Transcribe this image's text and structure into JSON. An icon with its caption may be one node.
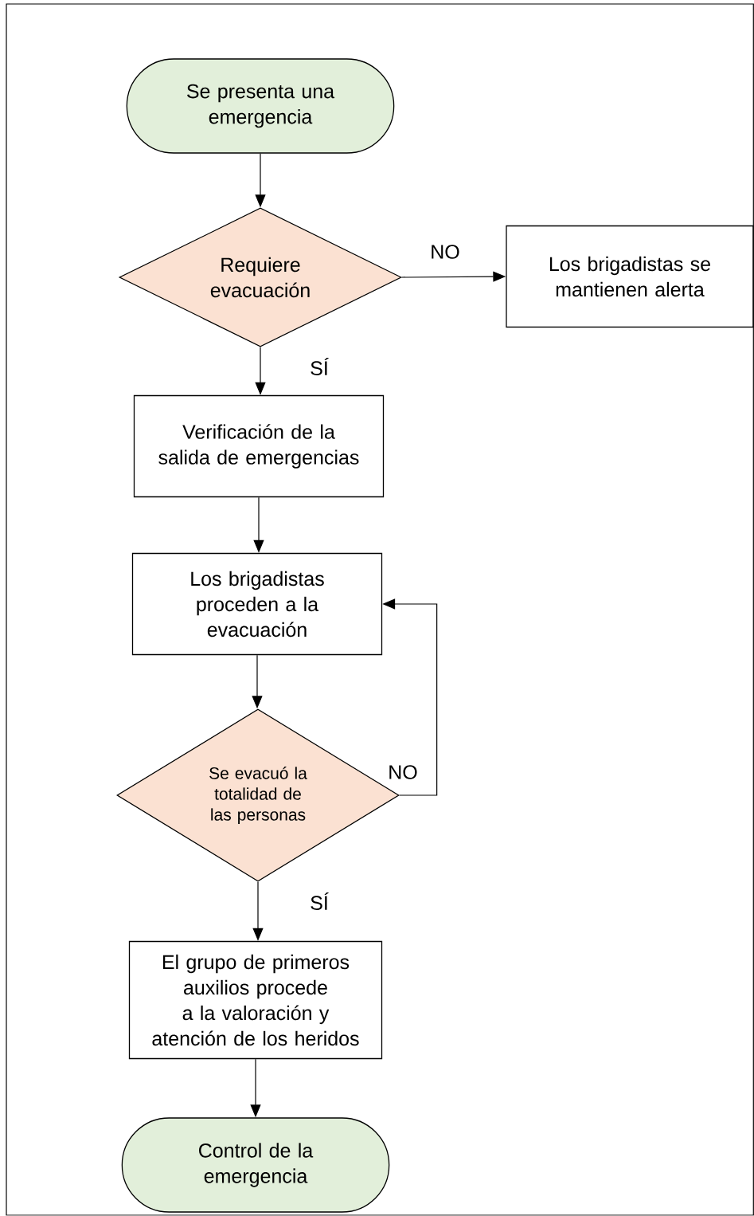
{
  "diagram": {
    "nodes": [
      {
        "text": [
          "Se presenta una emergencia"
        ]
      },
      {
        "text": [
          "Requiere evacuación"
        ]
      },
      {
        "text": [
          "Los brigadistas se mantienen alerta"
        ]
      },
      {
        "text": [
          "Verificación de la salida de emergencias"
        ]
      },
      {
        "text": [
          "Los brigadistas proceden a la evacuación"
        ]
      },
      {
        "text": [
          "Se evacuó la totalidad de las personas"
        ]
      },
      {
        "text": [
          "El grupo de primeros auxilios procede a la valoración y atención de los heridos"
        ]
      },
      {
        "text": [
          "Control de la emergencia"
        ]
      }
    ],
    "edges": [
      {
        "from": 0,
        "to": 1,
        "arrow": "to"
      },
      {
        "from": 1,
        "to": 2,
        "arrow": "to",
        "label": "NO"
      },
      {
        "from": 1,
        "to": 3,
        "arrow": "to",
        "label": "SÍ"
      },
      {
        "from": 3,
        "to": 4,
        "arrow": "to"
      },
      {
        "from": 4,
        "to": 5,
        "arrow": "to"
      },
      {
        "from": 5,
        "to": 4,
        "arrow": "to",
        "label": "NO"
      },
      {
        "from": 5,
        "to": 6,
        "arrow": "to",
        "label": "SÍ"
      },
      {
        "from": 6,
        "to": 7,
        "arrow": "to"
      }
    ]
  }
}
